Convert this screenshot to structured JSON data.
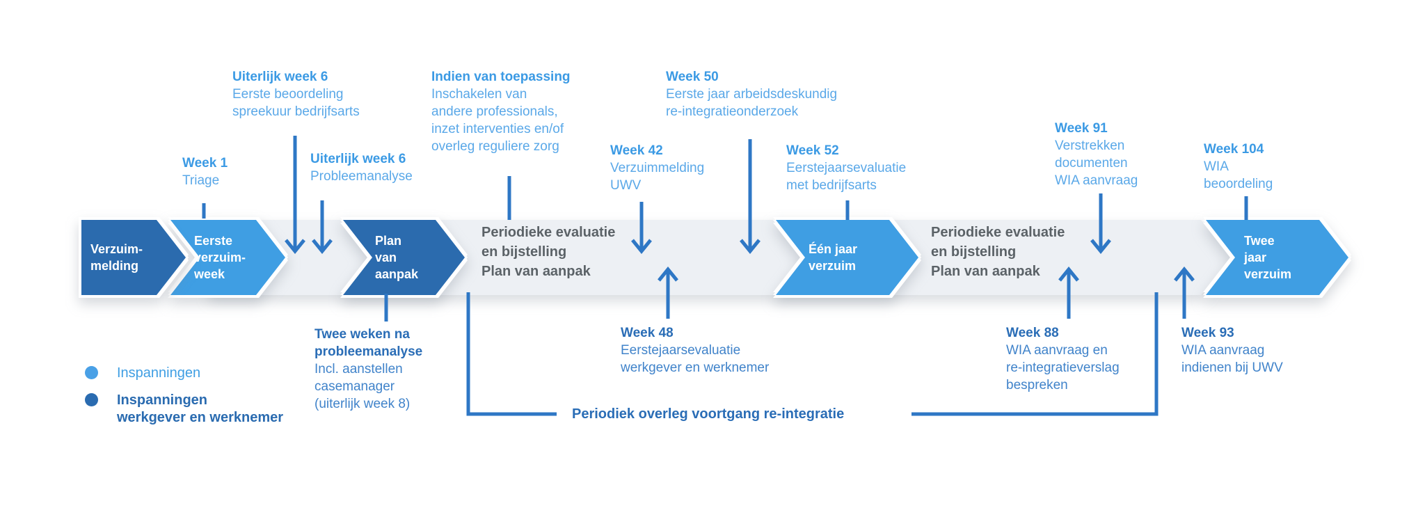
{
  "timeline": {
    "stages": [
      {
        "label": "Verzuim-\nmelding",
        "variant": "dark"
      },
      {
        "label": "Eerste\nverzuim-\nweek",
        "variant": "light"
      },
      {
        "label": "Plan\nvan\naanpak",
        "variant": "dark"
      },
      {
        "label": "Periodieke evaluatie\nen bijstelling\nPlan van aanpak",
        "variant": "track"
      },
      {
        "label": "Één jaar\nverzuim",
        "variant": "light"
      },
      {
        "label": "Periodieke evaluatie\nen bijstelling\nPlan van aanpak",
        "variant": "track"
      },
      {
        "label": "Twee\njaar\nverzuim",
        "variant": "light"
      }
    ]
  },
  "annotations_top": [
    {
      "week": "Week 1",
      "text": "Triage"
    },
    {
      "week": "Uiterlijk week 6",
      "text": "Eerste beoordeling\nspreekuur bedrijfsarts"
    },
    {
      "week": "Uiterlijk week 6",
      "text": "Probleemanalyse"
    },
    {
      "week": "Indien van toepassing",
      "text": "Inschakelen van\nandere professionals,\ninzet interventies en/of\noverleg reguliere zorg"
    },
    {
      "week": "Week 42",
      "text": "Verzuimmelding\nUWV"
    },
    {
      "week": "Week 50",
      "text": "Eerste jaar arbeidsdeskundig\nre-integratieonderzoek"
    },
    {
      "week": "Week 52",
      "text": "Eerstejaarsevaluatie\nmet bedrijfsarts"
    },
    {
      "week": "Week 91",
      "text": "Verstrekken\ndocumenten\nWIA aanvraag"
    },
    {
      "week": "Week 104",
      "text": "WIA\nbeoordeling"
    }
  ],
  "annotations_bottom": [
    {
      "week": "Twee weken na\nprobleemanalyse",
      "text": "Incl. aanstellen\ncasemanager\n(uiterlijk week 8)"
    },
    {
      "week": "Week 48",
      "text": "Eerstejaarsevaluatie\nwerkgever en werknemer"
    },
    {
      "week": "Week 88",
      "text": "WIA aanvraag en\nre-integratieverslag\nbespreken"
    },
    {
      "week": "Week 93",
      "text": "WIA aanvraag\nindienen bij UWV"
    }
  ],
  "overleg_note": "Periodiek overleg voortgang re-integratie",
  "legend": {
    "items": [
      {
        "label": "Inspanningen",
        "color": "#49a0e6"
      },
      {
        "label": "Inspanningen\nwerkgever en werknemer",
        "color": "#2a6bb0"
      }
    ]
  },
  "colors": {
    "dark_blue": "#2b6bae",
    "light_blue": "#3f9ee3",
    "track_gray": "#edf0f4",
    "track_text": "#5b6267",
    "connector_blue": "#2e77c5",
    "top_note_heading": "#3b9ae4",
    "top_note_body": "#5aa8e8",
    "bottom_note_heading": "#2a6db6",
    "bottom_note_body": "#4083ca"
  }
}
